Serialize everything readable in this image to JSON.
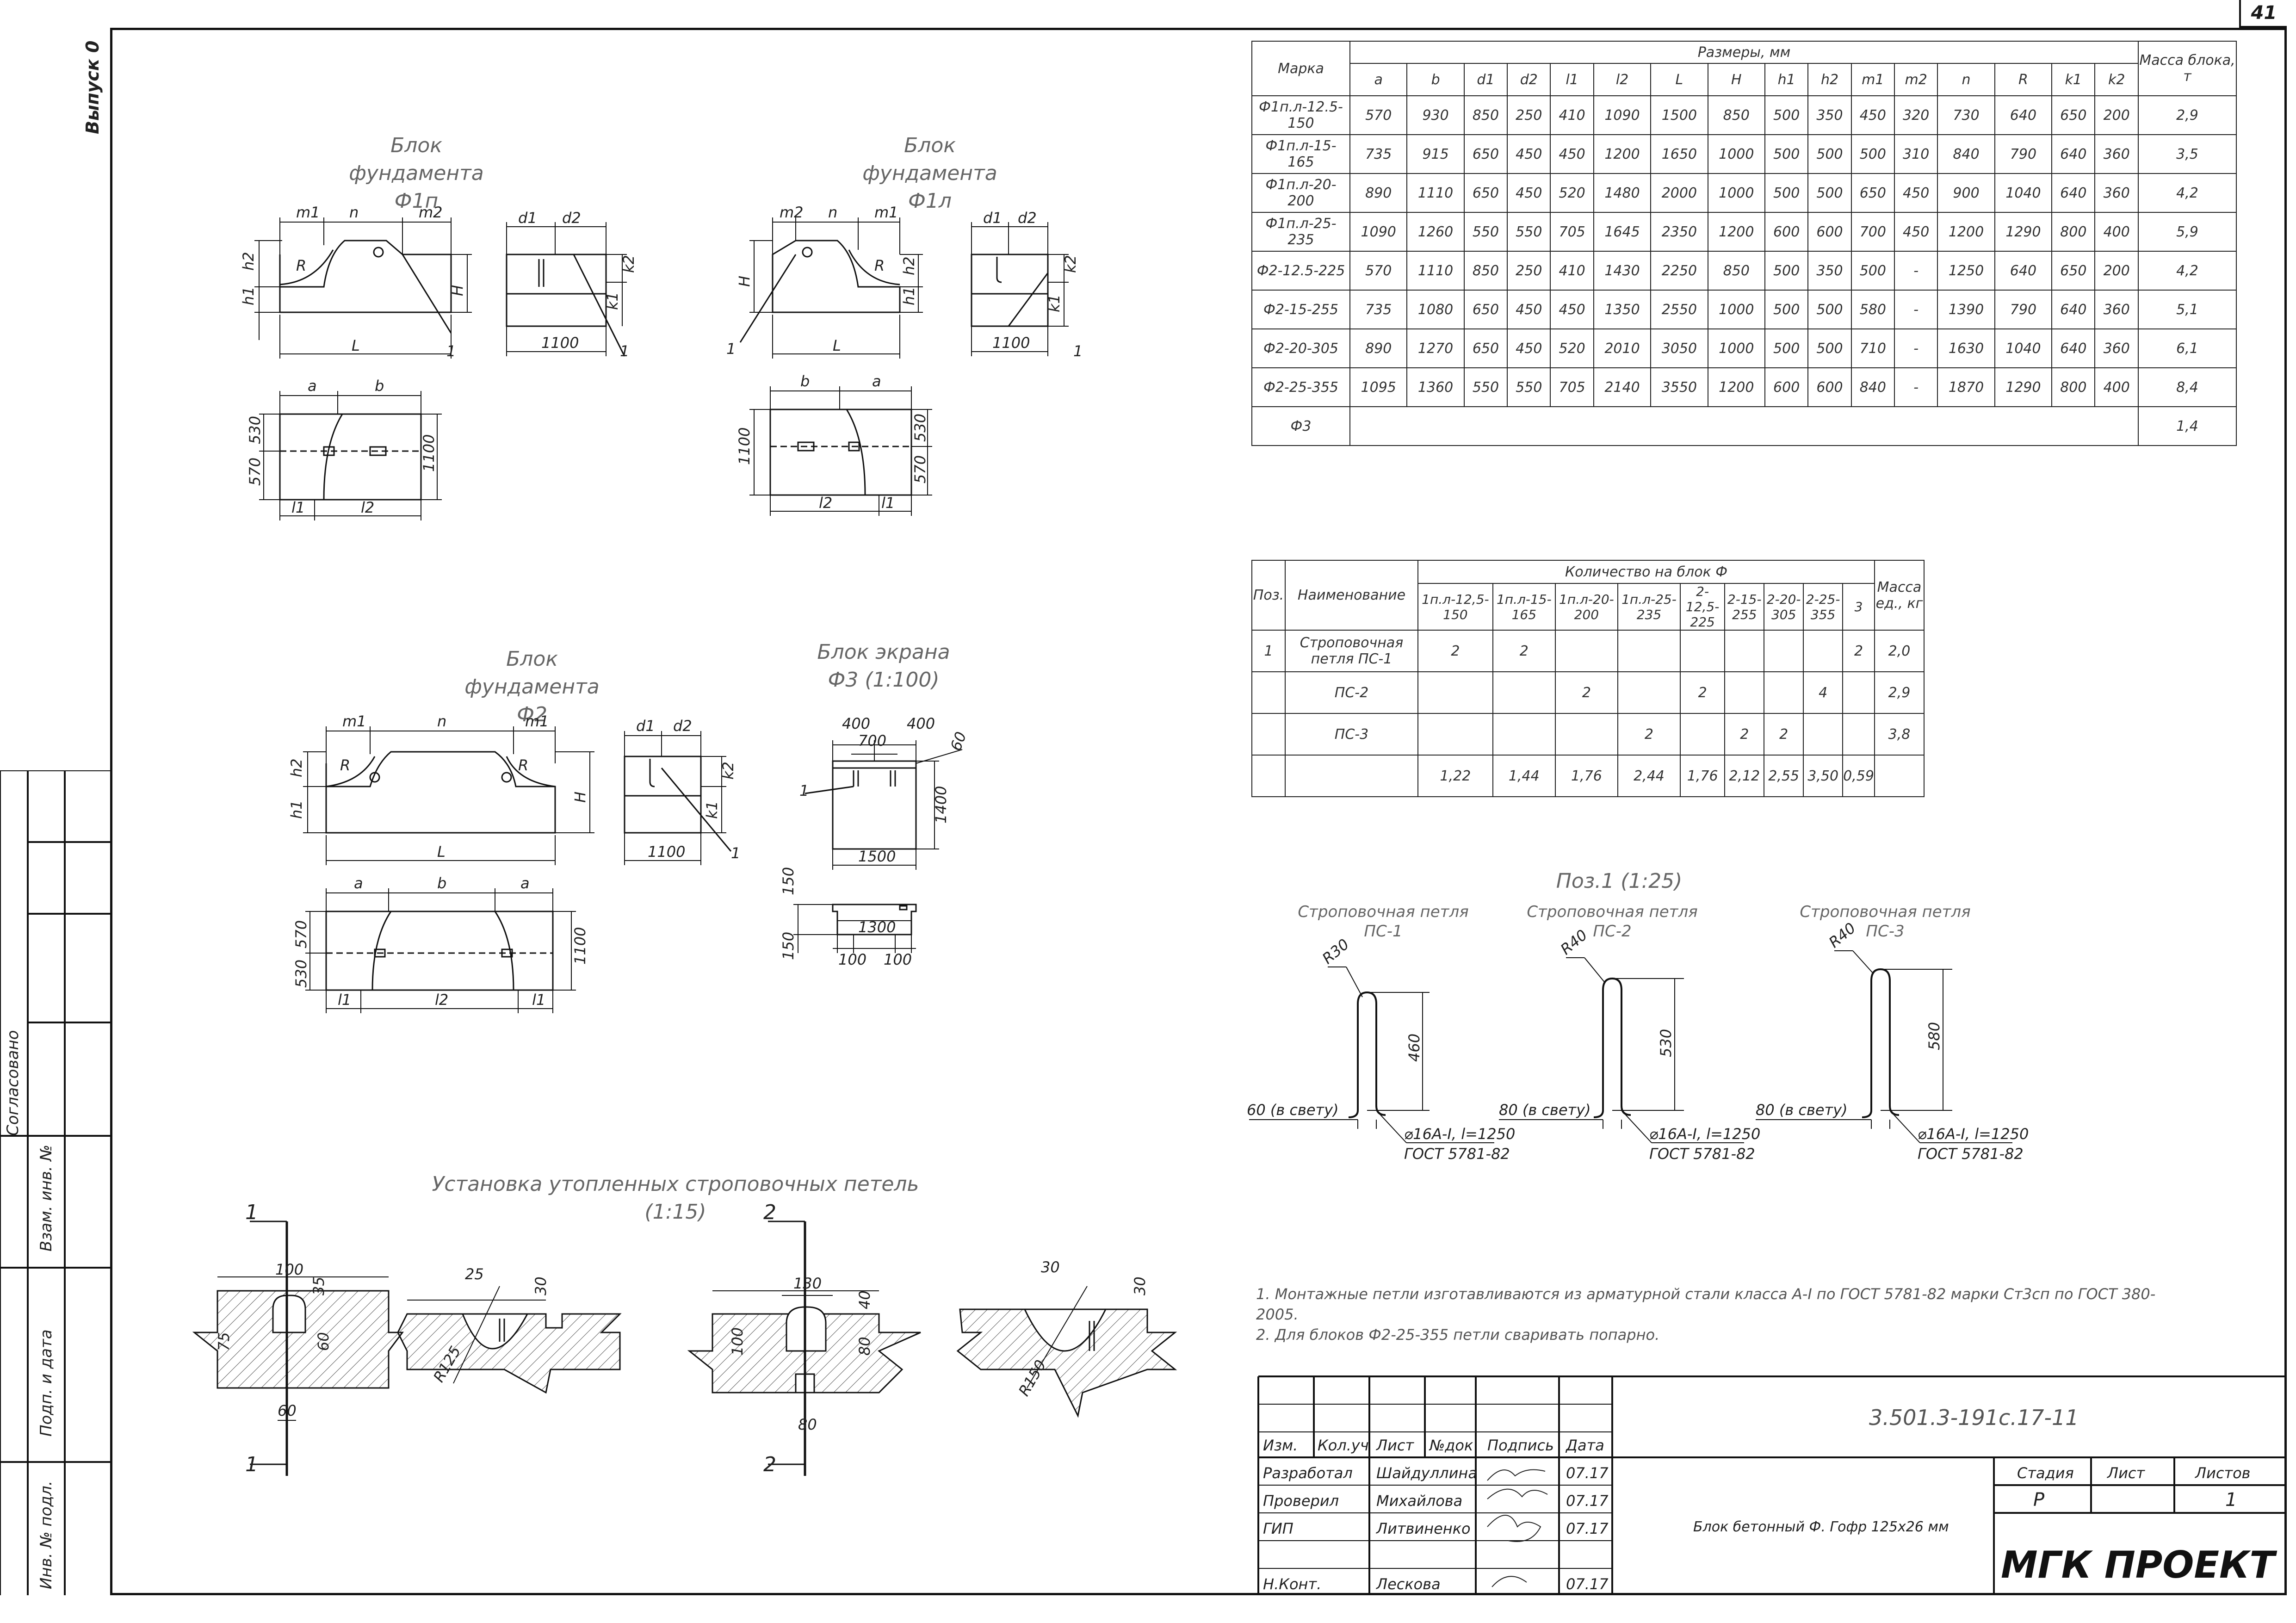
{
  "sheet": {
    "page_number": "41",
    "issue": "Выпуск 0",
    "code": "3.501.3-191с.17-11",
    "sheet_title": "Блок бетонный Ф. Гофр 125x26 мм",
    "company": "МГК ПРОЕКТ"
  },
  "side_stamp": {
    "agreed": "Согласовано",
    "vzam": "Взам. инв. №",
    "podp": "Подп. и дата",
    "inv": "Инв. № подл."
  },
  "titles": {
    "f1p": [
      "Блок фундамента",
      "Ф1п"
    ],
    "f1l": [
      "Блок фундамента",
      "Ф1л"
    ],
    "f2": [
      "Блок фундамента",
      "Ф2"
    ],
    "f3": [
      "Блок экрана",
      "Ф3 (1:100)"
    ],
    "pos1": "Поз.1 (1:25)",
    "install": [
      "Установка утопленных строповочных петель",
      "(1:15)"
    ]
  },
  "dims_table": {
    "header_mark": "Марка",
    "header_sizes": "Размеры, мм",
    "header_mass": "Масса блока, т",
    "columns": [
      "a",
      "b",
      "d1",
      "d2",
      "l1",
      "l2",
      "L",
      "H",
      "h1",
      "h2",
      "m1",
      "m2",
      "n",
      "R",
      "k1",
      "k2"
    ],
    "rows": [
      {
        "mark": "Ф1п.л-12.5-150",
        "vals": [
          "570",
          "930",
          "850",
          "250",
          "410",
          "1090",
          "1500",
          "850",
          "500",
          "350",
          "450",
          "320",
          "730",
          "640",
          "650",
          "200"
        ],
        "mass": "2,9"
      },
      {
        "mark": "Ф1п.л-15-165",
        "vals": [
          "735",
          "915",
          "650",
          "450",
          "450",
          "1200",
          "1650",
          "1000",
          "500",
          "500",
          "500",
          "310",
          "840",
          "790",
          "640",
          "360"
        ],
        "mass": "3,5"
      },
      {
        "mark": "Ф1п.л-20-200",
        "vals": [
          "890",
          "1110",
          "650",
          "450",
          "520",
          "1480",
          "2000",
          "1000",
          "500",
          "500",
          "650",
          "450",
          "900",
          "1040",
          "640",
          "360"
        ],
        "mass": "4,2"
      },
      {
        "mark": "Ф1п.л-25-235",
        "vals": [
          "1090",
          "1260",
          "550",
          "550",
          "705",
          "1645",
          "2350",
          "1200",
          "600",
          "600",
          "700",
          "450",
          "1200",
          "1290",
          "800",
          "400"
        ],
        "mass": "5,9"
      },
      {
        "mark": "Ф2-12.5-225",
        "vals": [
          "570",
          "1110",
          "850",
          "250",
          "410",
          "1430",
          "2250",
          "850",
          "500",
          "350",
          "500",
          "-",
          "1250",
          "640",
          "650",
          "200"
        ],
        "mass": "4,2"
      },
      {
        "mark": "Ф2-15-255",
        "vals": [
          "735",
          "1080",
          "650",
          "450",
          "450",
          "1350",
          "2550",
          "1000",
          "500",
          "500",
          "580",
          "-",
          "1390",
          "790",
          "640",
          "360"
        ],
        "mass": "5,1"
      },
      {
        "mark": "Ф2-20-305",
        "vals": [
          "890",
          "1270",
          "650",
          "450",
          "520",
          "2010",
          "3050",
          "1000",
          "500",
          "500",
          "710",
          "-",
          "1630",
          "1040",
          "640",
          "360"
        ],
        "mass": "6,1"
      },
      {
        "mark": "Ф2-25-355",
        "vals": [
          "1095",
          "1360",
          "550",
          "550",
          "705",
          "2140",
          "3550",
          "1200",
          "600",
          "600",
          "840",
          "-",
          "1870",
          "1290",
          "800",
          "400"
        ],
        "mass": "8,4"
      },
      {
        "mark": "Ф3",
        "vals": [],
        "mass": "1,4"
      }
    ]
  },
  "spec_table": {
    "h_pos": "Поз.",
    "h_name": "Наименование",
    "h_qty": "Количество на блок Ф",
    "h_mass": "Масса ед., кг",
    "qty_cols": [
      "1п.л-12,5-150",
      "1п.л-15-165",
      "1п.л-20-200",
      "1п.л-25-235",
      "2-12,5-225",
      "2-15-255",
      "2-20-305",
      "2-25-355",
      "3"
    ],
    "rows": [
      {
        "pos": "1",
        "name": "Строповочная петля ПС-1",
        "q": [
          "2",
          "2",
          "",
          "",
          "",
          "",
          "",
          "",
          "2"
        ],
        "mass": "2,0"
      },
      {
        "pos": "",
        "name": "ПС-2",
        "q": [
          "",
          "",
          "2",
          "",
          "2",
          "",
          "",
          "4",
          ""
        ],
        "mass": "2,9"
      },
      {
        "pos": "",
        "name": "ПС-3",
        "q": [
          "",
          "",
          "",
          "2",
          "",
          "2",
          "2",
          "",
          ""
        ],
        "mass": "3,8"
      },
      {
        "pos": "",
        "name": "",
        "q": [
          "1,22",
          "1,44",
          "1,76",
          "2,44",
          "1,76",
          "2,12",
          "2,55",
          "3,50",
          "0,59"
        ],
        "mass": ""
      }
    ]
  },
  "loops": [
    {
      "title": [
        "Строповочная петля",
        "ПС-1"
      ],
      "radius": "R30",
      "height": "460",
      "gap": "60 (в свету)",
      "bar": "⌀16А-I, l=1250",
      "gost": "ГОСТ 5781-82"
    },
    {
      "title": [
        "Строповочная петля",
        "ПС-2"
      ],
      "radius": "R40",
      "height": "530",
      "gap": "80 (в свету)",
      "bar": "⌀16А-I, l=1250",
      "gost": "ГОСТ 5781-82"
    },
    {
      "title": [
        "Строповочная петля",
        "ПС-3"
      ],
      "radius": "R40",
      "height": "580",
      "gap": "80 (в свету)",
      "bar": "⌀16А-I, l=1250",
      "gost": "ГОСТ 5781-82"
    }
  ],
  "notes": [
    "1. Монтажные петли изготавливаются из арматурной стали класса А-I по ГОСТ 5781-82 марки Ст3сп по ГОСТ 380-2005.",
    "2. Для блоков Ф2-25-355 петли сваривать попарно."
  ],
  "stamp": {
    "head": [
      "Изм.",
      "Кол.уч",
      "Лист",
      "№док",
      "Подпись",
      "Дата"
    ],
    "people": [
      {
        "role": "Разработал",
        "name": "Шайдуллина",
        "date": "07.17"
      },
      {
        "role": "Проверил",
        "name": "Михайлова",
        "date": "07.17"
      },
      {
        "role": "ГИП",
        "name": "Литвиненко",
        "date": "07.17"
      },
      {
        "role": "Н.Конт.",
        "name": "Лескова",
        "date": "07.17"
      }
    ],
    "stage_h": "Стадия",
    "sheet_h": "Лист",
    "sheets_h": "Листов",
    "stage": "Р",
    "sheets": "1"
  },
  "labels": {
    "m1": "m1",
    "m2": "m2",
    "n": "n",
    "h1": "h1",
    "h2": "h2",
    "H": "H",
    "L": "L",
    "R": "R",
    "d1": "d1",
    "d2": "d2",
    "k1": "k1",
    "k2": "k2",
    "a": "a",
    "b": "b",
    "l1": "l1",
    "l2": "l2",
    "one": "1",
    "d1100": "1100",
    "d570": "570",
    "d530": "530",
    "f3": {
      "d400a": "400",
      "d400b": "400",
      "d700": "700",
      "d60": "60",
      "d1400": "1400",
      "d1500": "1500",
      "d150a": "150",
      "d150b": "150",
      "d1300": "1300",
      "d100a": "100",
      "d100b": "100",
      "one": "1"
    },
    "inst": {
      "s1": "1",
      "s2": "2",
      "d100": "100",
      "d35": "35",
      "d75": "75",
      "d60a": "60",
      "d60b": "60",
      "d25": "25",
      "d30a": "30",
      "r125": "R125",
      "d130": "130",
      "d40": "40",
      "d100b": "100",
      "d80a": "80",
      "d80b": "80",
      "d30b": "30",
      "d30c": "30",
      "r150": "R150"
    }
  },
  "colors": {
    "line": "#111111",
    "text": "#333333",
    "hatch": "#555555"
  }
}
